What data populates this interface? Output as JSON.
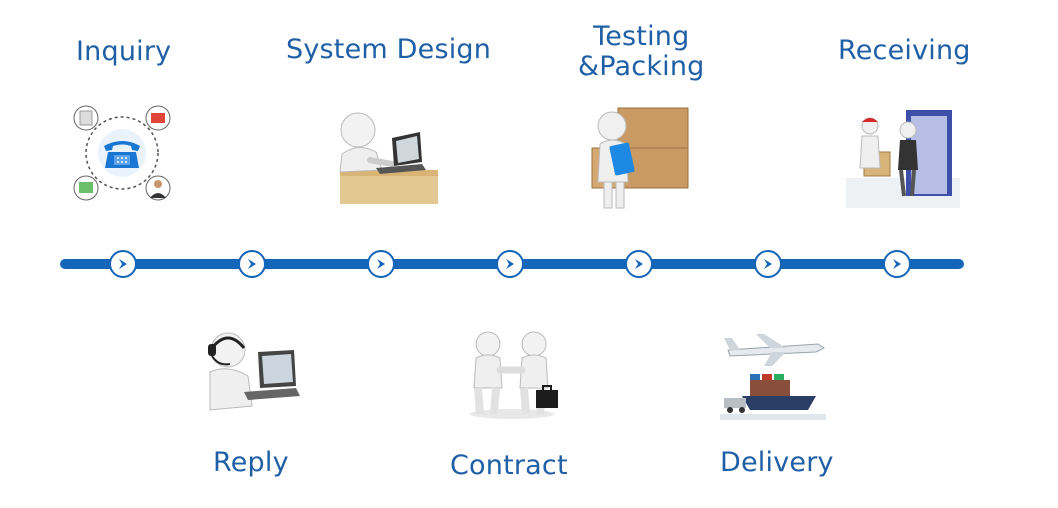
{
  "steps": {
    "inquiry": "Inquiry",
    "system_design": "System Design",
    "testing_line1": "Testing",
    "testing_line2": "&Packing",
    "receiving": "Receiving",
    "reply": "Reply",
    "contract": "Contract",
    "delivery": "Delivery"
  },
  "colors": {
    "label_text": "#1f5fa6",
    "timeline": "#1565b8",
    "phone": "#1976d2"
  },
  "icons": [
    "phone-inquiry-illustration",
    "laptop-design-illustration",
    "boxes-clipboard-illustration",
    "door-receiving-illustration",
    "headset-support-illustration",
    "handshake-illustration",
    "plane-ship-illustration",
    "arrow-node-icon"
  ]
}
